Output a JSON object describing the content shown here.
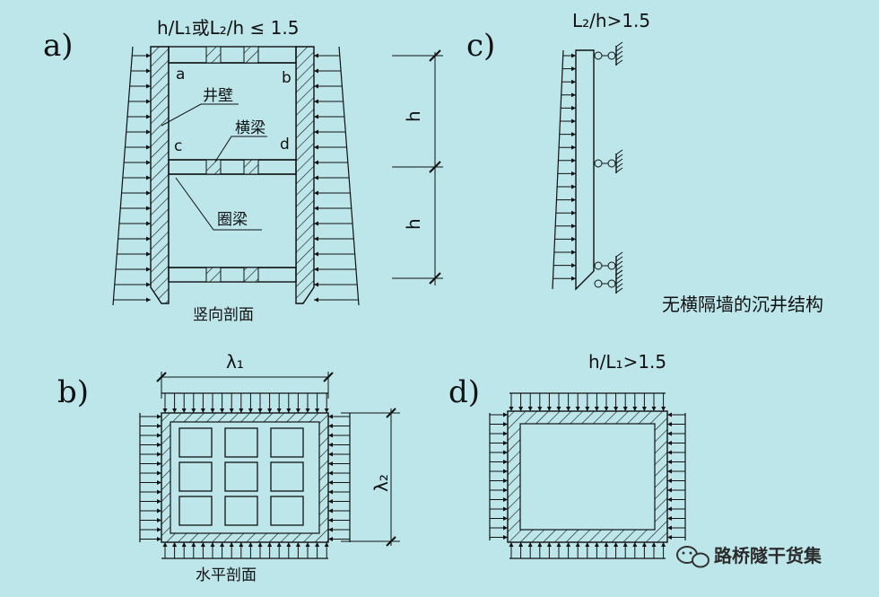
{
  "panels": {
    "a": {
      "label": "a)",
      "condition": "h/L₁或L₂/h ≤ 1.5",
      "corners": [
        "a",
        "b",
        "c",
        "d"
      ],
      "label_wall": "井壁",
      "label_beam": "横梁",
      "label_ring": "圈梁",
      "section": "竖向剖面",
      "dim_h": "h"
    },
    "b": {
      "label": "b)",
      "lambda1": "λ₁",
      "lambda2": "λ₂",
      "section": "水平剖面"
    },
    "c": {
      "label": "c)",
      "condition": "L₂/h>1.5",
      "caption": "无横隔墙的沉井结构"
    },
    "d": {
      "label": "d)",
      "condition": "h/L₁>1.5"
    }
  },
  "watermark": {
    "text": "路桥隧干货集",
    "icon": "wechat-icon"
  },
  "colors": {
    "background": "#bce6ea",
    "line": "#111111"
  }
}
